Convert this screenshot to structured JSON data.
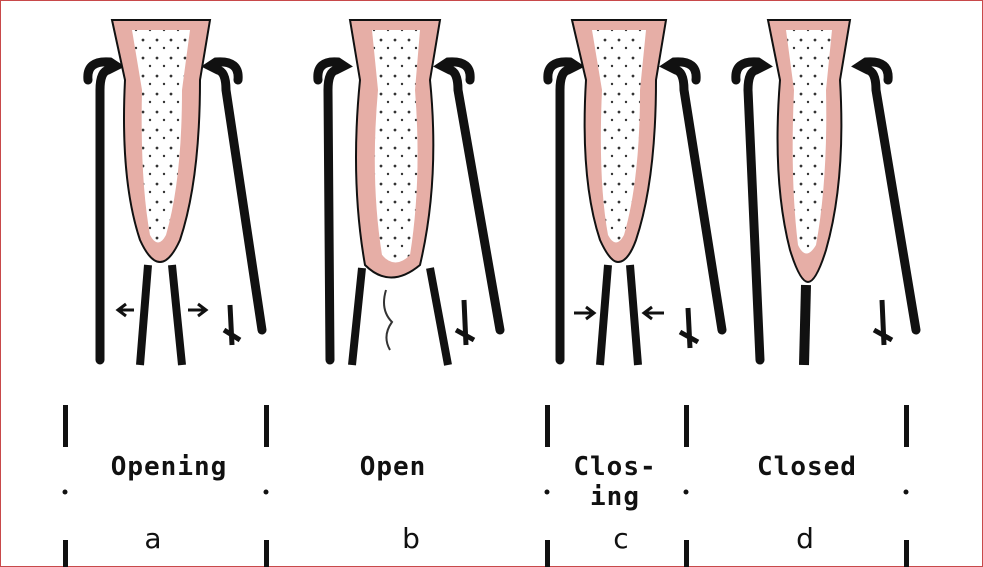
{
  "stages": [
    {
      "label": "Opening",
      "letter": "a"
    },
    {
      "label": "Open",
      "letter": "b"
    },
    {
      "label": "Clos-\ning",
      "letter": "c"
    },
    {
      "label": "Closed",
      "letter": "d"
    }
  ],
  "colors": {
    "lining": "#e6aea6",
    "ink": "#111111",
    "border": "#c8494a"
  }
}
